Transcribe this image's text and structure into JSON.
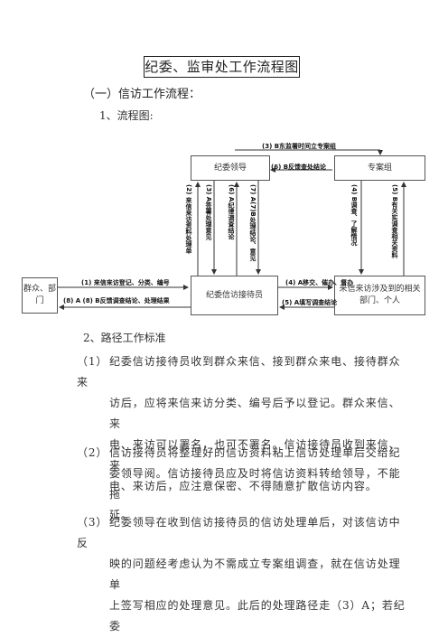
{
  "header": {
    "title": "纪委、监审处工作流程图",
    "section": "（一）信访工作流程：",
    "flow_heading": "1、流程图:",
    "standard_heading": "2、路径工作标准"
  },
  "flowchart": {
    "boxes": {
      "leader": "纪委领导",
      "task_group": "专案组",
      "public": "群众、部门",
      "receptionist": "纪委信访接待员",
      "related": "来信来访涉及到的相关部门、个人"
    },
    "labels": {
      "l3b": "(3) B东监署时间立专案组",
      "l6b": "(6) B反馈查处结论",
      "l1": "(1) 来信来访登记、分类、编号",
      "l8": "(8) A (8) B反馈调查结论、处理结果",
      "l4": "(4) A移交、催办、督办",
      "l5": "(5) A填写调查结论",
      "v2": "(2) 来信来访资料处理单",
      "v3a": "(3) A签署处理意见",
      "v6a": "(6) A纪律调查结论",
      "v7": "(7) A(7)B处理结论、意见",
      "v4b": "(4) B调查、了解情况",
      "v5b": "(5) B有关实调查相关资料"
    }
  },
  "standards": {
    "p1": {
      "num": "（1）",
      "lines": [
        "纪委信访接待员收到群众来信、接到群众来电、接待群众来",
        "访后，应将来信来访分类、编号后予以登记。群众来信、来",
        "电、来访可以署名，也可不署名。信访接待员收到来信、来",
        "电、来访后，应注意保密、不得随意扩散信访内容。"
      ]
    },
    "p2": {
      "num": "（2）",
      "lines": [
        "信访接待员将整理好的信访资料粘上信访处理单后交给纪",
        "委领导阅。信访接待员应及时将信访资料转给领导，不能拖",
        "延。"
      ]
    },
    "p3": {
      "num": "（3）",
      "lines": [
        "纪委领导在收到信访接待员的信访处理单后，对该信访中反",
        "映的问题经考虑认为不需成立专案组调查，就在信访处理单",
        "上签写相应的处理意见。此后的处理路径走（3）A；若纪委"
      ]
    }
  }
}
